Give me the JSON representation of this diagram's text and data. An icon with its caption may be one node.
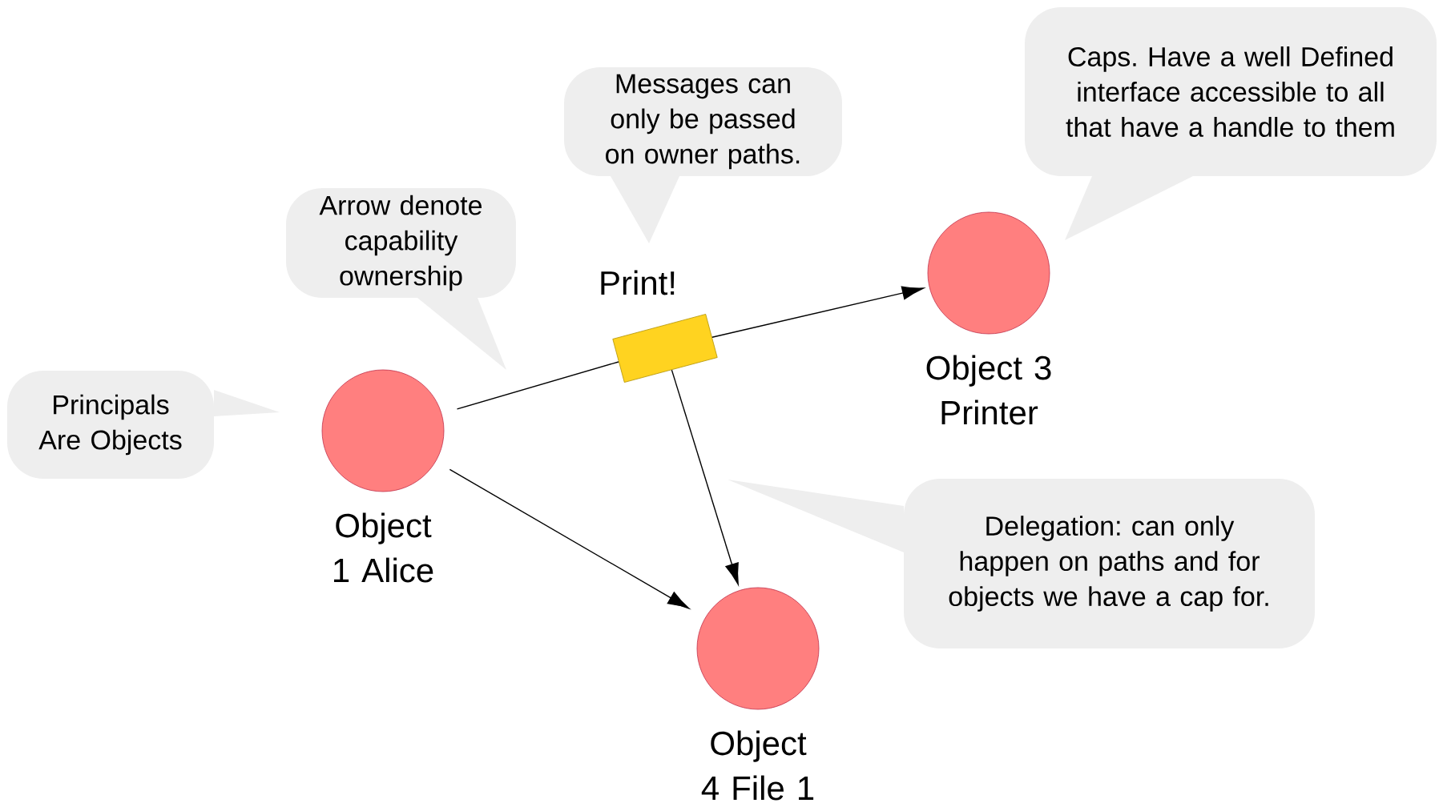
{
  "diagram": {
    "nodes": [
      {
        "text": [
          "Object 1 Alice"
        ]
      },
      {
        "text": [
          "Object 3 Printer"
        ]
      },
      {
        "text": [
          "Object 4 File 1"
        ]
      },
      {
        "text": [
          "Print!"
        ]
      },
      {
        "text": [
          "Principals Are Objects"
        ]
      },
      {
        "text": [
          "Arrow denote capability ownership"
        ]
      },
      {
        "text": [
          "Messages can only be passed on owner paths."
        ]
      },
      {
        "text": [
          "Caps. Have a well Defined interface accessible to all that have a handle to them"
        ]
      },
      {
        "text": [
          "Delegation: can only happen on paths and for objects we have a cap for."
        ]
      }
    ],
    "edges": [
      {
        "from": 0,
        "to": 3,
        "arrow": "none"
      },
      {
        "from": 3,
        "to": 1,
        "arrow": "to"
      },
      {
        "from": 3,
        "to": 2,
        "arrow": "to"
      },
      {
        "from": 0,
        "to": 2,
        "arrow": "to"
      }
    ]
  }
}
